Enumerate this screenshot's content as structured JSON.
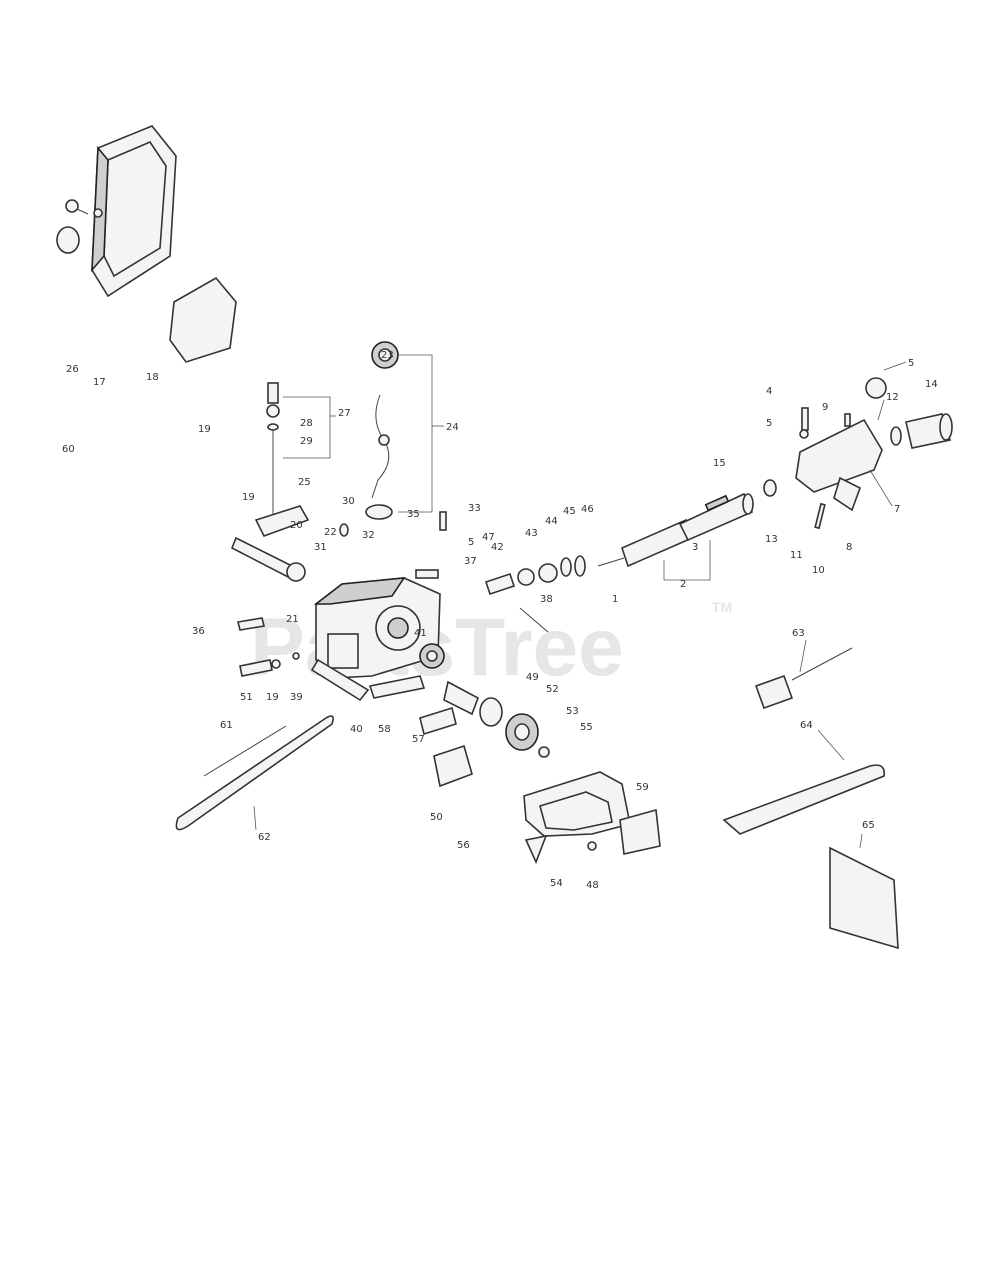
{
  "watermark": {
    "text": "PartsTree",
    "tm": "TM"
  },
  "callouts": [
    {
      "id": "c26",
      "text": "26"
    },
    {
      "id": "c17a",
      "text": "17"
    },
    {
      "id": "c18",
      "text": "18"
    },
    {
      "id": "c60",
      "text": "60"
    },
    {
      "id": "c19a",
      "text": "19"
    },
    {
      "id": "c27",
      "text": "27"
    },
    {
      "id": "c28",
      "text": "28"
    },
    {
      "id": "c29",
      "text": "29"
    },
    {
      "id": "c25",
      "text": "25"
    },
    {
      "id": "c23a",
      "text": "23"
    },
    {
      "id": "c24",
      "text": "24"
    },
    {
      "id": "c19b",
      "text": "19"
    },
    {
      "id": "c20",
      "text": "20"
    },
    {
      "id": "c30",
      "text": "30"
    },
    {
      "id": "c22",
      "text": "22"
    },
    {
      "id": "c31",
      "text": "31"
    },
    {
      "id": "c32",
      "text": "32"
    },
    {
      "id": "c35",
      "text": "35"
    },
    {
      "id": "c33",
      "text": "33"
    },
    {
      "id": "c5a",
      "text": "5"
    },
    {
      "id": "c37",
      "text": "37"
    },
    {
      "id": "c42",
      "text": "42"
    },
    {
      "id": "c43",
      "text": "43"
    },
    {
      "id": "c44",
      "text": "44"
    },
    {
      "id": "c45",
      "text": "45"
    },
    {
      "id": "c46",
      "text": "46"
    },
    {
      "id": "c1",
      "text": "1"
    },
    {
      "id": "c2",
      "text": "2"
    },
    {
      "id": "c3",
      "text": "3"
    },
    {
      "id": "c15",
      "text": "15"
    },
    {
      "id": "c13",
      "text": "13"
    },
    {
      "id": "c4",
      "text": "4"
    },
    {
      "id": "c5b",
      "text": "5"
    },
    {
      "id": "c9",
      "text": "9"
    },
    {
      "id": "c5c",
      "text": "5"
    },
    {
      "id": "c12",
      "text": "12"
    },
    {
      "id": "c14",
      "text": "14"
    },
    {
      "id": "c7",
      "text": "7"
    },
    {
      "id": "c11",
      "text": "11"
    },
    {
      "id": "c10",
      "text": "10"
    },
    {
      "id": "c8",
      "text": "8"
    },
    {
      "id": "c36",
      "text": "36"
    },
    {
      "id": "c21",
      "text": "21"
    },
    {
      "id": "c40",
      "text": "40"
    },
    {
      "id": "c38",
      "text": "38"
    },
    {
      "id": "c51",
      "text": "51"
    },
    {
      "id": "c19c",
      "text": "19"
    },
    {
      "id": "c39",
      "text": "39"
    },
    {
      "id": "c41",
      "text": "41"
    },
    {
      "id": "c58",
      "text": "58"
    },
    {
      "id": "c57",
      "text": "57"
    },
    {
      "id": "c49",
      "text": "49"
    },
    {
      "id": "c50",
      "text": "50"
    },
    {
      "id": "c52",
      "text": "52"
    },
    {
      "id": "c53",
      "text": "53"
    },
    {
      "id": "c62",
      "text": "62"
    },
    {
      "id": "c61",
      "text": "61"
    },
    {
      "id": "c63",
      "text": "63"
    },
    {
      "id": "c64",
      "text": "64"
    },
    {
      "id": "c65",
      "text": "65"
    },
    {
      "id": "c59",
      "text": "59"
    },
    {
      "id": "c56",
      "text": "56"
    },
    {
      "id": "c55",
      "text": "55"
    },
    {
      "id": "c54",
      "text": "54"
    },
    {
      "id": "c47",
      "text": "47"
    },
    {
      "id": "c48",
      "text": "48"
    }
  ]
}
